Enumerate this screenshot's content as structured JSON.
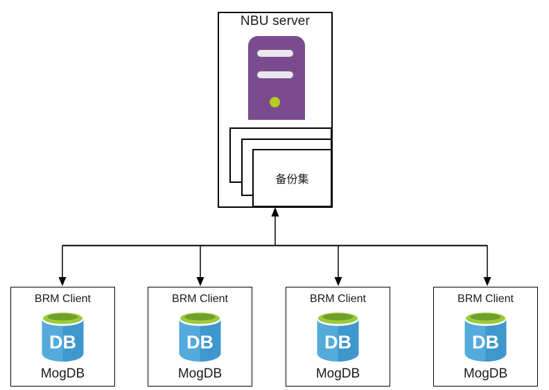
{
  "diagram": {
    "server": {
      "title": "NBU server",
      "icon": "server-tower-icon"
    },
    "backup_set": {
      "label": "备份集",
      "stack_count": 3
    },
    "clients": [
      {
        "title": "BRM Client",
        "db_badge": "DB",
        "name": "MogDB",
        "icon": "database-icon"
      },
      {
        "title": "BRM Client",
        "db_badge": "DB",
        "name": "MogDB",
        "icon": "database-icon"
      },
      {
        "title": "BRM Client",
        "db_badge": "DB",
        "name": "MogDB",
        "icon": "database-icon"
      },
      {
        "title": "BRM Client",
        "db_badge": "DB",
        "name": "MogDB",
        "icon": "database-icon"
      }
    ],
    "colors": {
      "server_body": "#7B4B8F",
      "server_slot": "#E9E7ED",
      "server_led": "#B5CC1E",
      "db_top": "#9BCB3B",
      "db_top_inner": "#6FA028",
      "db_body_left": "#54ABDB",
      "db_body_right": "#3E97CD",
      "connector": "#000000",
      "box_border": "#000000",
      "background": "#FFFFFF"
    }
  }
}
